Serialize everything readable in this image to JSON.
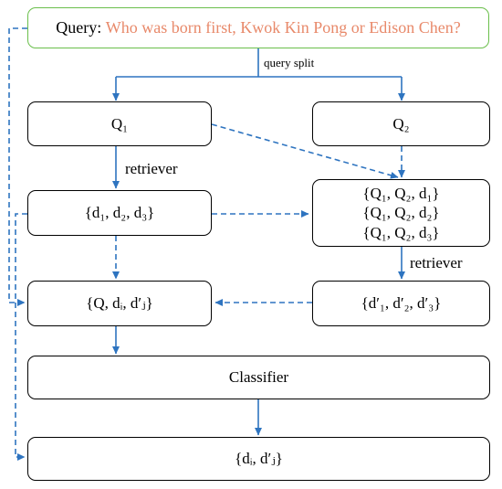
{
  "query": {
    "prefix": "Query:",
    "text": "Who was born first, Kwok Kin Pong or Edison Chen?"
  },
  "labels": {
    "query_split": "query split",
    "retriever_left": "retriever",
    "retriever_right": "retriever"
  },
  "boxes": {
    "q1": "Q₁",
    "q2": "Q₂",
    "docs_left": "{d₁, d₂, d₃}",
    "q_pairs": [
      "{Q₁, Q₂, d₁}",
      "{Q₁, Q₂, d₂}",
      "{Q₁, Q₂, d₃}"
    ],
    "docs_right": "{d′₁, d′₂, d′₃}",
    "combined": "{Q, dᵢ, d′ⱼ}",
    "classifier": "Classifier",
    "final": "{dᵢ, d′ⱼ}"
  },
  "colors": {
    "arrow": "#2e74c0",
    "query_border": "#6abf4b",
    "query_text": "#e8896a",
    "box_border": "#000000"
  }
}
